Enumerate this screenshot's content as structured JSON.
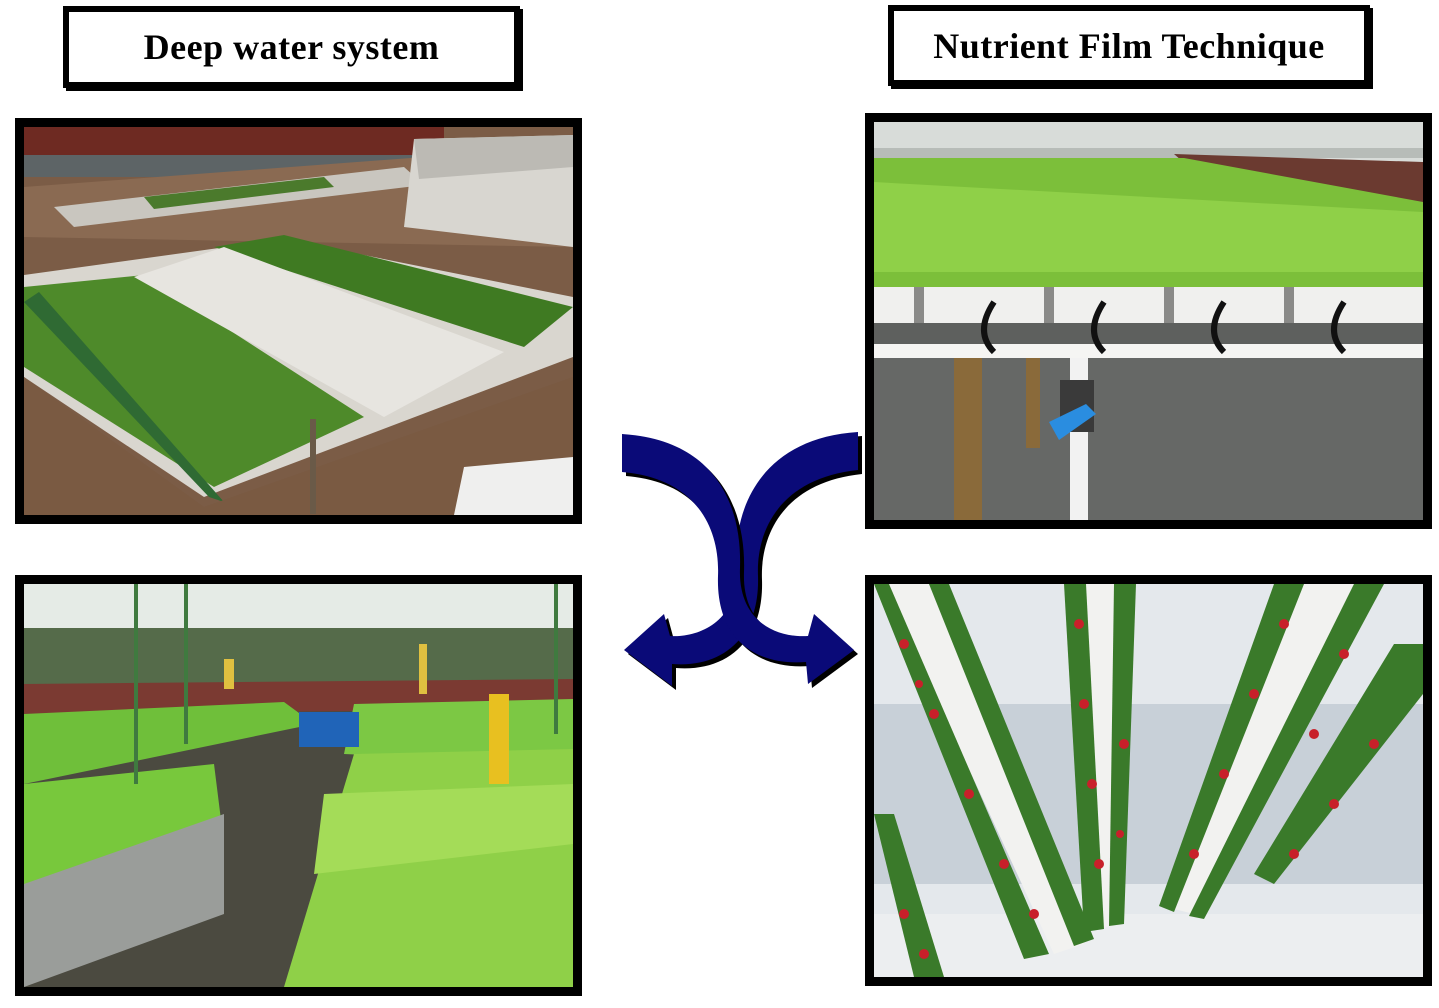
{
  "titles": {
    "left": "Deep water system",
    "right": "Nutrient Film Technique"
  },
  "photos": {
    "top_left": "deep-water-raft-beds-outdoor",
    "top_right": "nft-lettuce-channels-with-valve",
    "bottom_left": "deep-water-lettuce-tanks-greenhouse",
    "bottom_right": "nft-hanging-strawberry-gutters"
  },
  "colors": {
    "arrow_fill": "#0a0a78",
    "frame": "#000000",
    "lettuce_green": "#5a9a2a",
    "soil_brown": "#7a5a42",
    "strawberry_red": "#c8202a"
  }
}
